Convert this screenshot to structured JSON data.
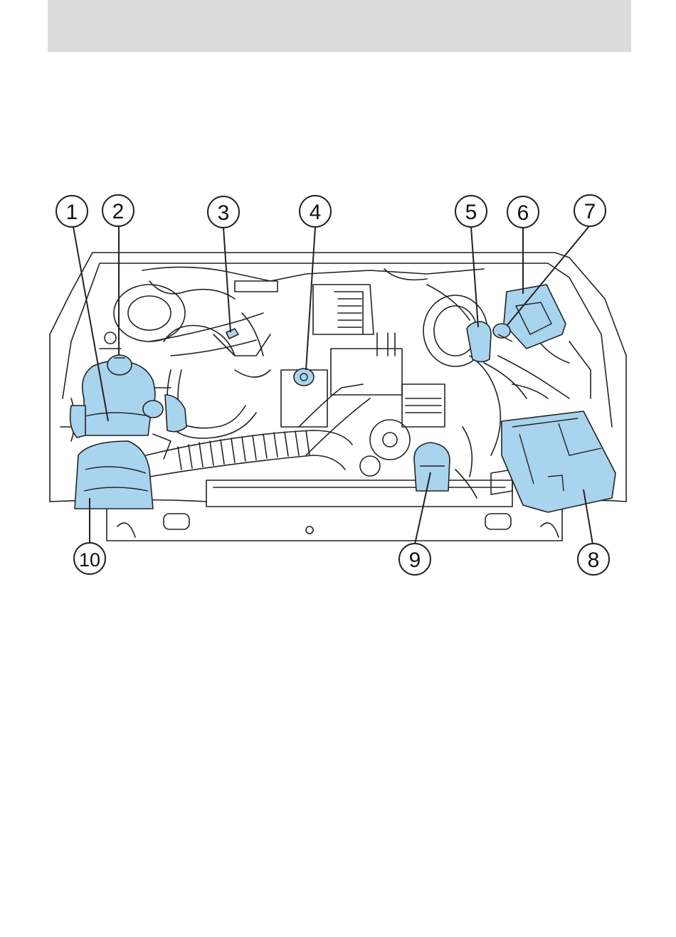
{
  "page": {
    "header_color": "#dcdcdc",
    "highlight_color": "#a9d4ee",
    "line_color": "#222222"
  },
  "diagram": {
    "callouts": [
      {
        "id": 1,
        "label": "1"
      },
      {
        "id": 2,
        "label": "2"
      },
      {
        "id": 3,
        "label": "3"
      },
      {
        "id": 4,
        "label": "4"
      },
      {
        "id": 5,
        "label": "5"
      },
      {
        "id": 6,
        "label": "6"
      },
      {
        "id": 7,
        "label": "7"
      },
      {
        "id": 8,
        "label": "8"
      },
      {
        "id": 9,
        "label": "9"
      },
      {
        "id": 10,
        "label": "10"
      }
    ]
  }
}
